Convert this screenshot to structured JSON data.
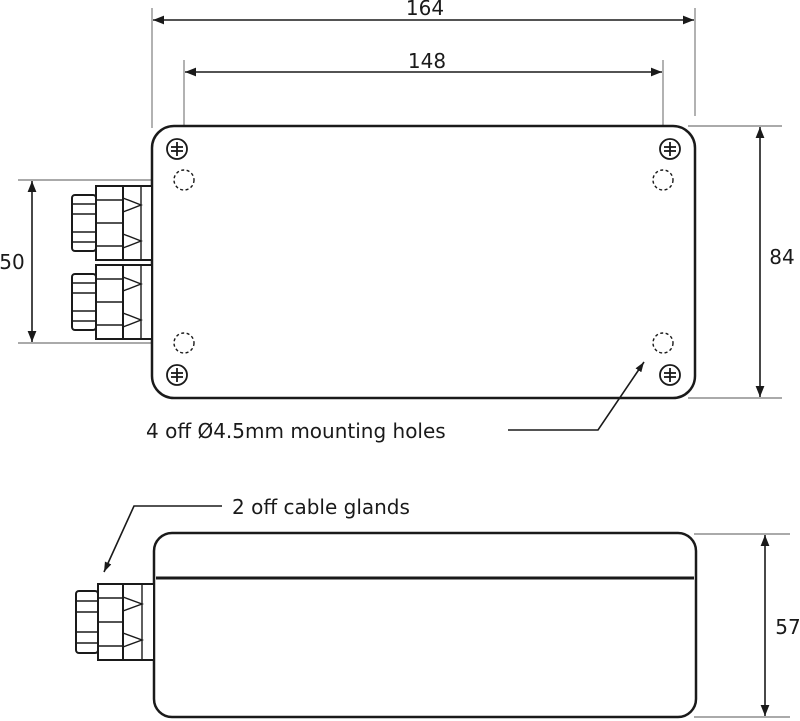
{
  "dimensions": {
    "overall_width": "164",
    "hole_spacing_width": "148",
    "hole_spacing_height": "50",
    "overall_height": "84",
    "side_height": "57"
  },
  "annotations": {
    "mounting_holes": "4 off Ø4.5mm mounting holes",
    "cable_glands": "2 off cable glands"
  }
}
